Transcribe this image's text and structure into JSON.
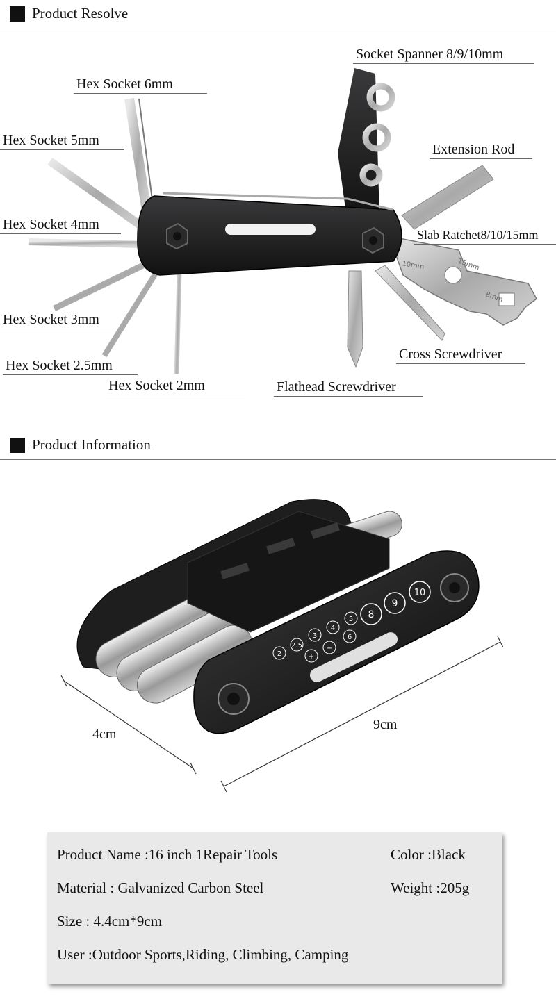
{
  "sections": {
    "resolve_title": "Product Resolve",
    "info_title": "Product Information"
  },
  "labels": {
    "hex6": "Hex Socket 6mm",
    "hex5": "Hex Socket 5mm",
    "hex4": "Hex Socket 4mm",
    "hex3": "Hex Socket 3mm",
    "hex25": "Hex Socket 2.5mm",
    "hex2": "Hex Socket 2mm",
    "socket_spanner": "Socket Spanner 8/9/10mm",
    "extension_rod": "Extension Rod",
    "slab_ratchet": "Slab Ratchet8/10/15mm",
    "cross_screwdriver": "Cross Screwdriver",
    "flathead_screwdriver": "Flathead Screwdriver"
  },
  "tool_markings": {
    "ratchet_10": "10mm",
    "ratchet_15": "15mm",
    "ratchet_8": "8mm",
    "hex_badges": [
      "2",
      "2.5",
      "3",
      "4",
      "5",
      "6",
      "+",
      "−",
      "8",
      "9",
      "10"
    ]
  },
  "dimensions": {
    "width": "4cm",
    "length": "9cm"
  },
  "info": {
    "product_name": "Product Name :16 inch 1Repair Tools",
    "color": "Color :Black",
    "material": "Material : Galvanized Carbon Steel",
    "weight": "Weight :205g",
    "size": "Size : 4.4cm*9cm",
    "user": "User :Outdoor Sports,Riding, Climbing, Camping"
  },
  "colors": {
    "background": "#ffffff",
    "tool_body": "#1c1c1e",
    "steel": "#c9c9c9",
    "info_bg": "#e9e9e9"
  }
}
